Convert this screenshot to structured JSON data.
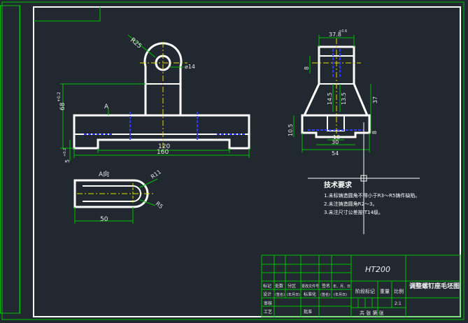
{
  "drawing": {
    "front_view": {
      "dims": {
        "r_top": "R25",
        "d_hole": "⌀14",
        "h_main": "68",
        "h_tol": "+0.2",
        "h_tol2": "0",
        "view_a": "A",
        "base_t": "5",
        "base_tol": "+0.2",
        "base_tol2": "0",
        "w_inner": "120",
        "w_total": "160"
      }
    },
    "side_view": {
      "dims": {
        "top_w": "37.8",
        "top_tol": "+0.6",
        "d8": "8",
        "d14_5": "14.5",
        "d13_5": "13.5",
        "r37": "37",
        "d10_5": "10.5",
        "d8b": "8",
        "d10": "10",
        "d30": "30",
        "d54": "54"
      }
    },
    "a_view": {
      "label": "A向",
      "r11": "R11",
      "r5": "R5",
      "w50": "50"
    },
    "tech": {
      "title": "技术要求",
      "lines": [
        "1.未标铸造圆角不得小于R3～R5铸件缺陷。",
        "2.未注铸造圆角R2～3。",
        "3.未注尺寸公差按IT14级。"
      ]
    },
    "title_block": {
      "material": "HT200",
      "part_name": "调整螺钉座毛坯图",
      "row_labels": [
        "标记",
        "处数",
        "分区",
        "更改文件号",
        "签名",
        "年、月、日"
      ],
      "row2_labels": [
        "设计",
        "(签名)",
        "(年月日)",
        "标准化",
        "(签名)",
        "(年月日)"
      ],
      "approve": [
        "审核",
        "工艺",
        "批准"
      ],
      "stage_label": "阶段标记",
      "weight_label": "重量",
      "scale_label": "比例",
      "scale_value": "2:1",
      "sheet_info": "共 张 第 张"
    }
  },
  "colors": {
    "background": "#212830",
    "frame": "#ffffff",
    "dimension": "#00c000",
    "center": "#e0e000",
    "hidden": "#2f3cff"
  }
}
